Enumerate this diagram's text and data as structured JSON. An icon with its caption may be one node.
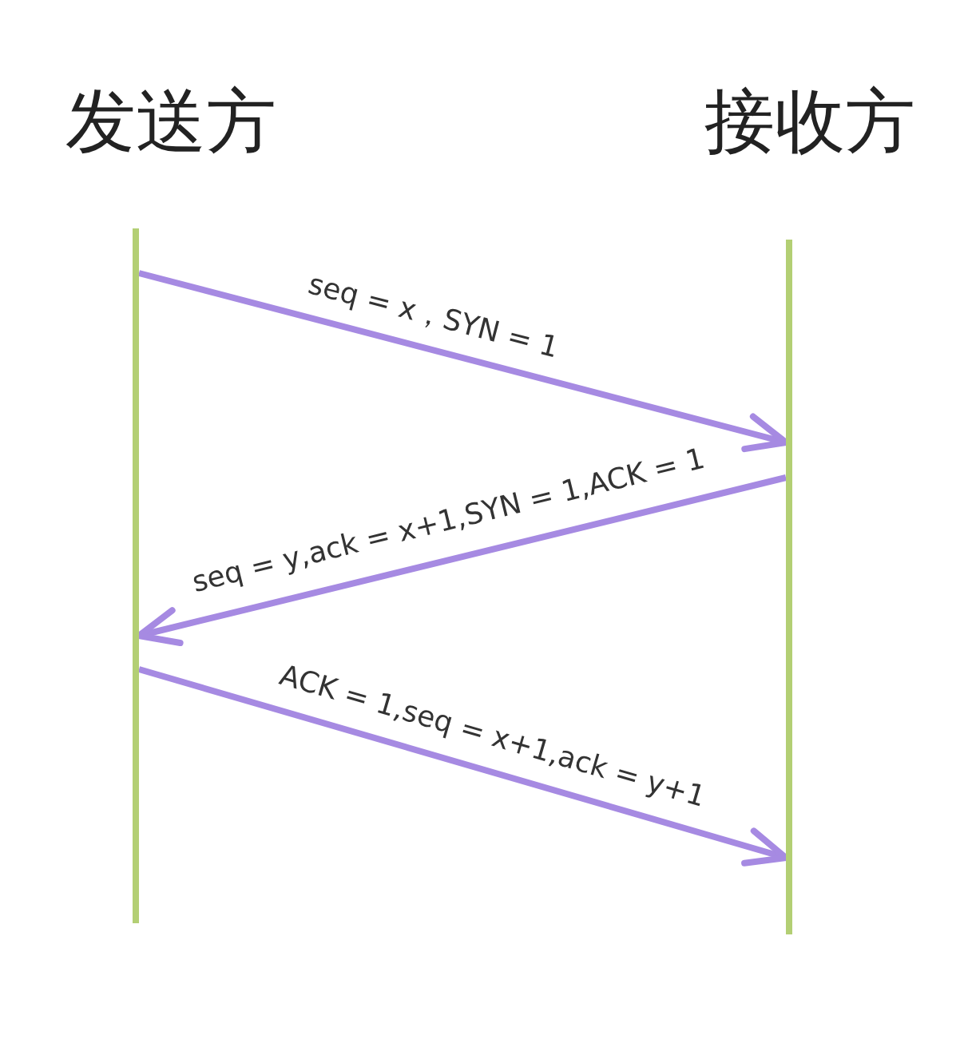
{
  "diagram": {
    "nodes": [
      {
        "text": [
          "发送方"
        ]
      },
      {
        "text": [
          "接收方"
        ]
      }
    ],
    "edges": [
      {
        "from": 0,
        "to": 1,
        "arrow": "to",
        "label": "seq = x，SYN = 1"
      },
      {
        "from": 1,
        "to": 0,
        "arrow": "to",
        "label": "seq = y,ack = x+1,SYN = 1,ACK = 1"
      },
      {
        "from": 0,
        "to": 1,
        "arrow": "to",
        "label": "ACK = 1,seq = x+1,ack = y+1"
      }
    ]
  }
}
